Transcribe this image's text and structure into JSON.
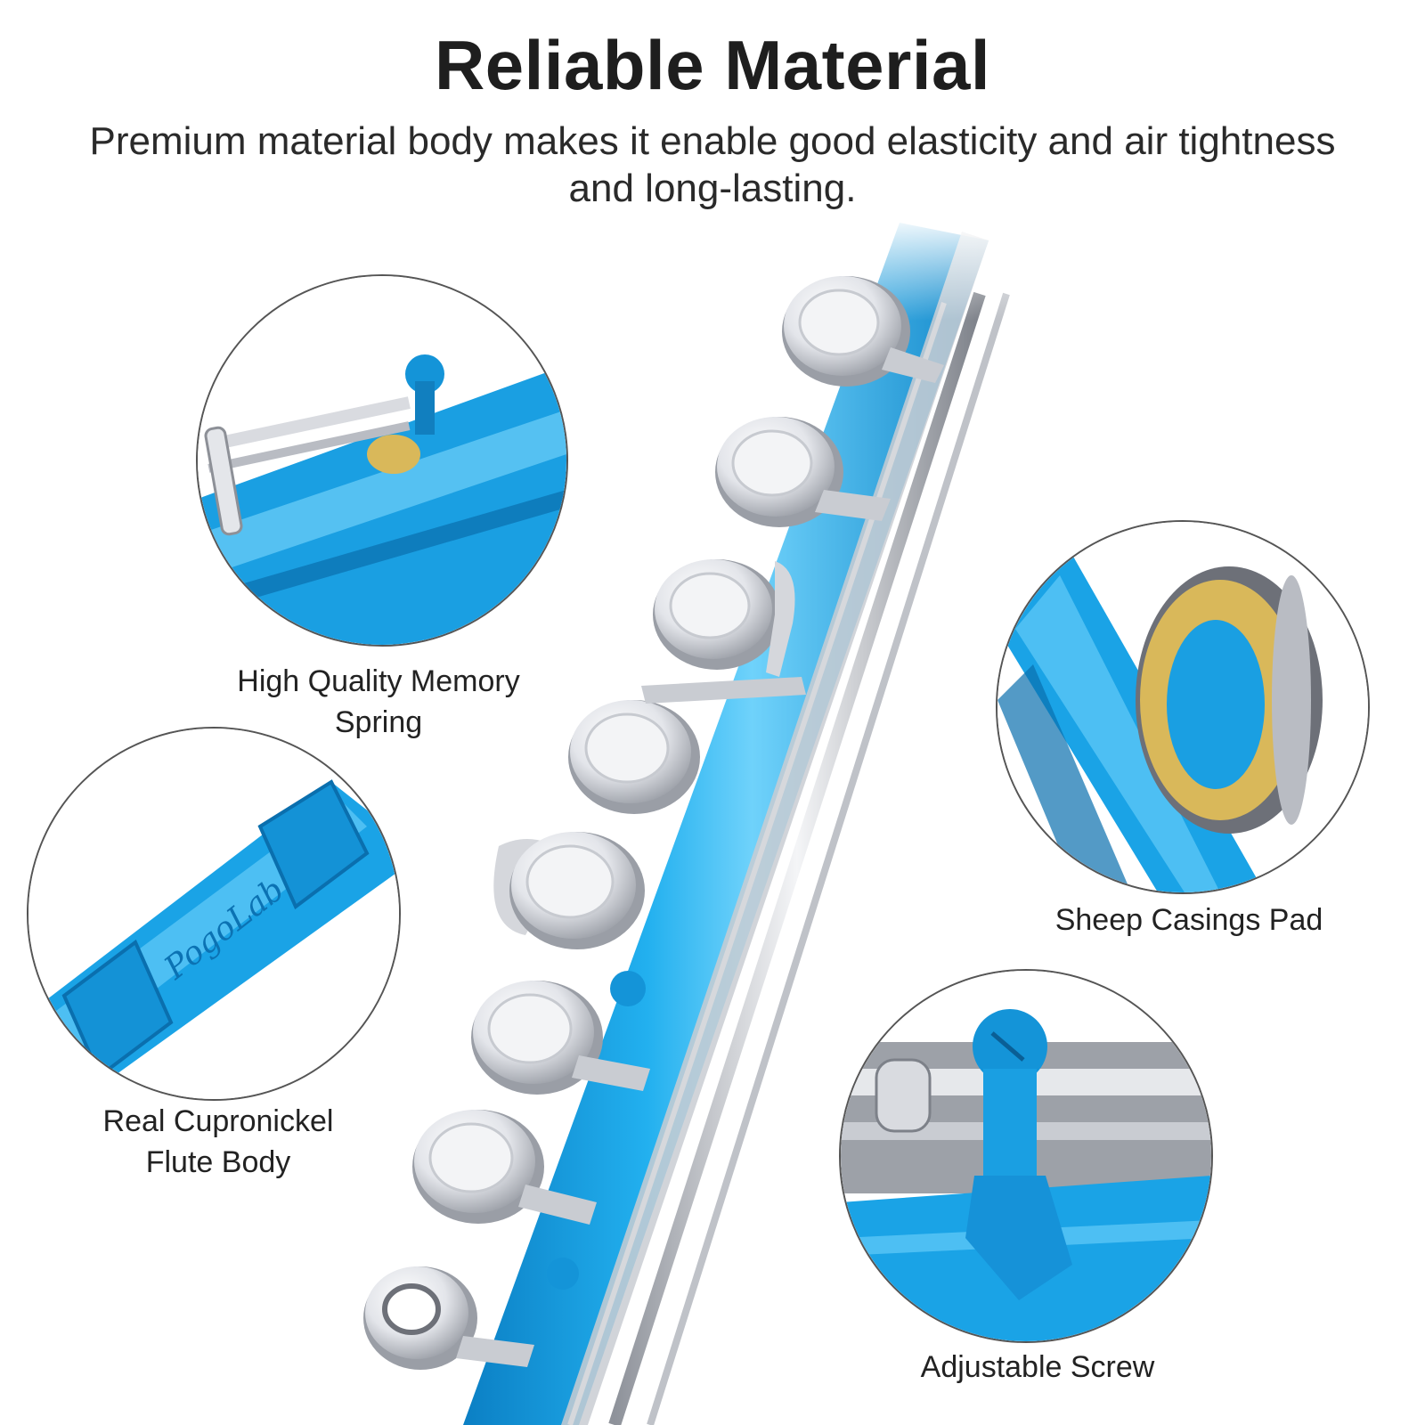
{
  "header": {
    "title": "Reliable Material",
    "subtitle": "Premium material body makes it enable good elasticity and air tightness and long-lasting."
  },
  "features": [
    {
      "label": "High Quality Memory Spring"
    },
    {
      "label": "Real Cupronickel Flute Body",
      "engraving": "PogoLab"
    },
    {
      "label": "Sheep Casings Pad"
    },
    {
      "label": "Adjustable Screw"
    }
  ],
  "colors": {
    "flute_blue": "#1aa3e6",
    "silver": "#d9dbe0",
    "pad_gold": "#d9b85a",
    "text": "#222222"
  }
}
